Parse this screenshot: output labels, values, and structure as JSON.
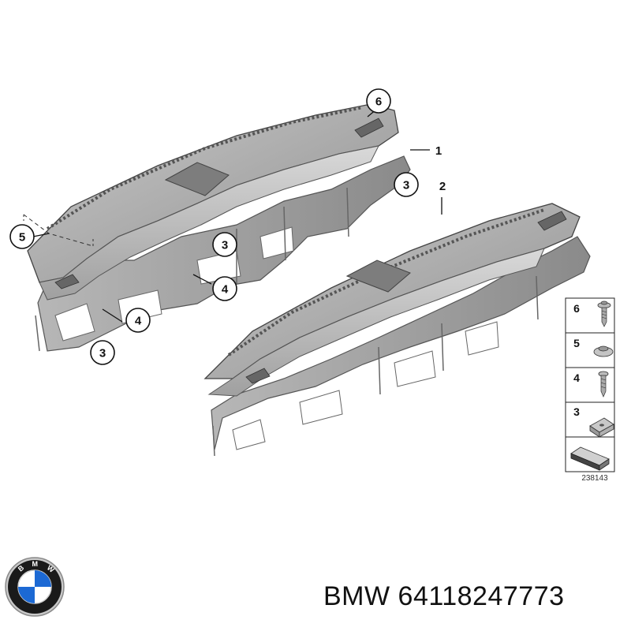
{
  "callouts": {
    "c6": "6",
    "c1": "1",
    "c2": "2",
    "c3_a": "3",
    "c3_b": "3",
    "c3_c": "3",
    "c4_a": "4",
    "c4_b": "4",
    "c5": "5"
  },
  "legend": {
    "items": [
      {
        "number": "6",
        "part_icon": "screw-with-washer-icon"
      },
      {
        "number": "5",
        "part_icon": "washer-icon"
      },
      {
        "number": "4",
        "part_icon": "screw-icon"
      },
      {
        "number": "3",
        "part_icon": "clip-nut-icon"
      },
      {
        "number": "",
        "part_icon": "seal-strip-icon"
      }
    ],
    "diagram_id": "238143"
  },
  "brand": {
    "logo_letters": [
      "B",
      "M",
      "W"
    ],
    "colors": {
      "blue": "#1c69d4",
      "ring": "#1a1a1a",
      "silver": "#c9c9c9"
    }
  },
  "caption": {
    "text": "BMW 64118247773"
  }
}
